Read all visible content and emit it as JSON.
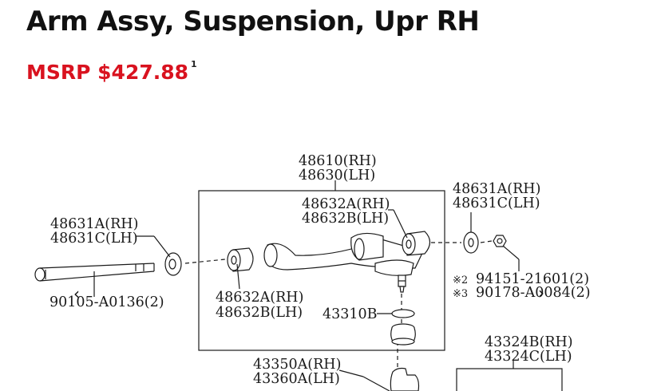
{
  "product": {
    "title": "Arm Assy, Suspension, Upr RH",
    "price_label": "MSRP $427.88",
    "price_footnote": "1"
  },
  "colors": {
    "price": "#d9121f",
    "ink": "#1a1a1a"
  },
  "diagram": {
    "callouts": {
      "c48610": "48610(RH)",
      "c48630": "48630(LH)",
      "c48631A_left": "48631A(RH)",
      "c48631C_left": "48631C(LH)",
      "c48632A_top": "48632A(RH)",
      "c48632B_top": "48632B(LH)",
      "c48631A_right": "48631A(RH)",
      "c48631C_right": "48631C(LH)",
      "c48632A_bottom": "48632A(RH)",
      "c48632B_bottom": "48632B(LH)",
      "c43310B": "43310B",
      "c90105": "90105-A0136(2)",
      "c94151_mark": "※2",
      "c94151": "94151-21601(2)",
      "c90178_mark": "※3",
      "c90178": "90178-A0084(2)",
      "c43324B": "43324B(RH)",
      "c43324C": "43324C(LH)",
      "c43350A": "43350A(RH)",
      "c43360A": "43360A(LH)"
    }
  },
  "nav": {
    "prev_icon": "chevron-left-icon",
    "next_icon": "chevron-right-icon",
    "prev_glyph": "‹",
    "next_glyph": "›"
  }
}
